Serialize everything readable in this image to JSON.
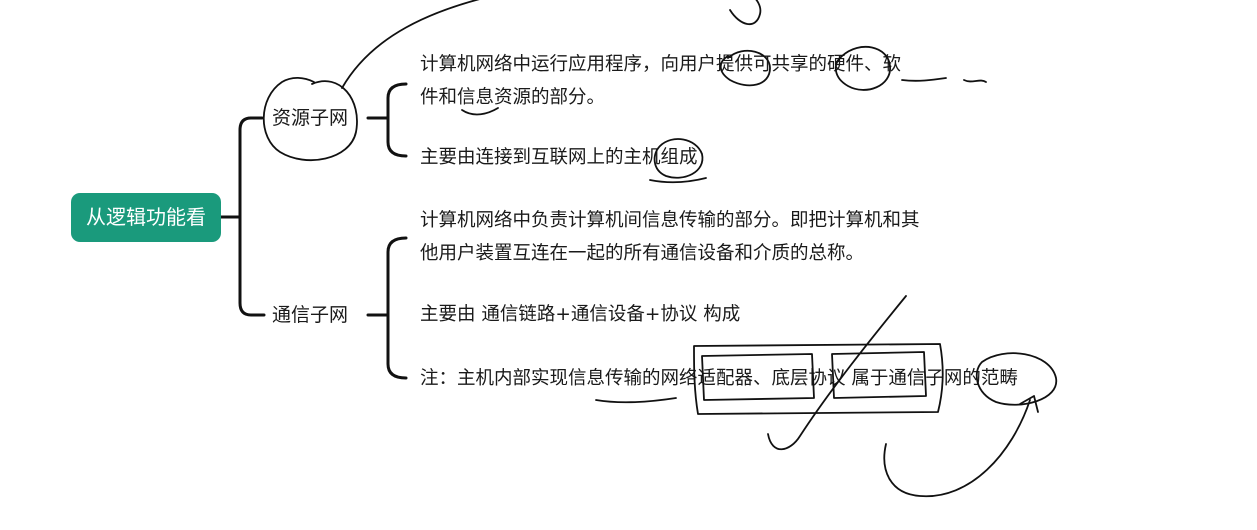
{
  "mindmap": {
    "root": {
      "label": "从逻辑功能看"
    },
    "branches": [
      {
        "label": "资源子网",
        "notes": [
          {
            "lines": [
              "计算机网络中运行应用程序，向用户提供可共享的硬件、软",
              "件和信息资源的部分。"
            ]
          },
          {
            "lines": [
              "主要由连接到互联网上的主机组成"
            ]
          }
        ]
      },
      {
        "label": "通信子网",
        "notes": [
          {
            "lines": [
              "计算机网络中负责计算机间信息传输的部分。即把计算机和其",
              "他用户装置互连在一起的所有通信设备和介质的总称。"
            ]
          },
          {
            "lines": [
              "主要由 通信链路+通信设备+协议 构成"
            ]
          },
          {
            "lines": [
              "注：主机内部实现信息传输的网络适配器、底层协议 属于通信子网的范畴"
            ]
          }
        ]
      }
    ]
  },
  "colors": {
    "root_fill": "#1a9a7c",
    "root_text": "#ffffff",
    "ink": "#111111"
  }
}
